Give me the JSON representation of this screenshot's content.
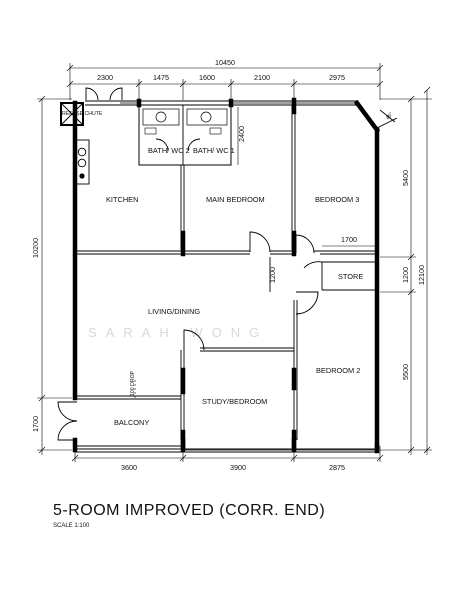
{
  "dimensions": {
    "overall_top": "10450",
    "top": [
      "2300",
      "1475",
      "1600",
      "2100",
      "2975"
    ],
    "bottom": [
      "3600",
      "3900",
      "2875"
    ],
    "left_overall": "10200",
    "left_balcony": "1700",
    "right_overall": "12100",
    "right": [
      "5400",
      "1200",
      "5500"
    ],
    "internal": {
      "bath": "2400",
      "store_width": "1700",
      "corridor": "1200",
      "angle": "45°"
    }
  },
  "rooms": {
    "refuse_chute": "REFUSE CHUTE",
    "bath_wc2": "BATH/ WC 2",
    "bath_wc1": "BATH/ WC 1",
    "kitchen": "KITCHEN",
    "main_bedroom": "MAIN BEDROOM",
    "bedroom3": "BEDROOM 3",
    "store": "STORE",
    "living_dining": "LIVING/DINING",
    "drop": "100 DROP",
    "bedroom2": "BEDROOM 2",
    "study_bedroom": "STUDY/BEDROOM",
    "balcony": "BALCONY"
  },
  "watermark": "SARAH WONG",
  "title": "5-ROOM IMPROVED (CORR. END)",
  "scale": "SCALE 1:100"
}
